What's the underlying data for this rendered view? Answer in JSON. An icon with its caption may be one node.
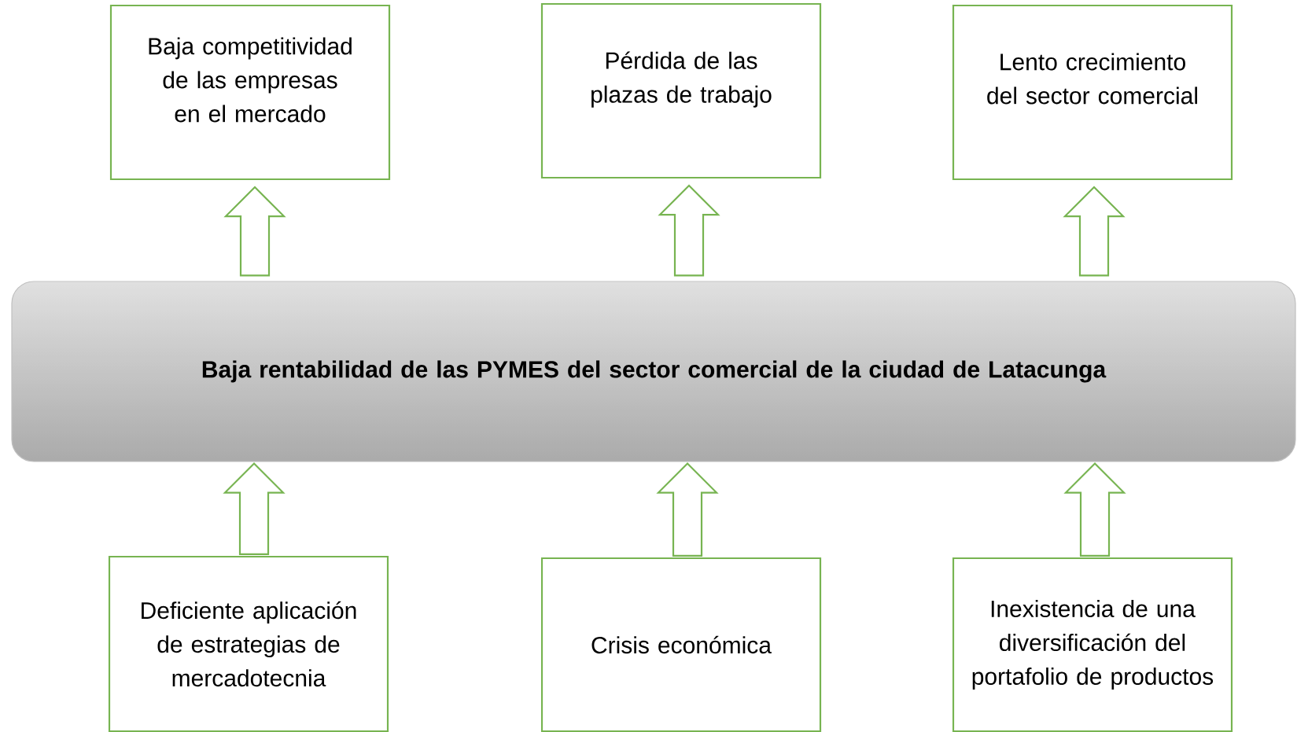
{
  "diagram": {
    "nodes": [
      {
        "text": [
          "Baja competitividad de las empresas en el mercado"
        ]
      },
      {
        "text": [
          "Pérdida de las plazas de trabajo"
        ]
      },
      {
        "text": [
          "Lento crecimiento del sector comercial"
        ]
      },
      {
        "text": [
          "Baja rentabilidad de las PYMES del sector comercial de la ciudad de Latacunga"
        ]
      },
      {
        "text": [
          "Deficiente aplicación de estrategias de mercadotecnia"
        ]
      },
      {
        "text": [
          "Crisis económica"
        ]
      },
      {
        "text": [
          "Inexistencia de una diversificación del portafolio de productos"
        ]
      }
    ],
    "edges": [
      {
        "from": 4,
        "to": 3,
        "arrow": "to"
      },
      {
        "from": 5,
        "to": 3,
        "arrow": "to"
      },
      {
        "from": 6,
        "to": 3,
        "arrow": "to"
      },
      {
        "from": 3,
        "to": 0,
        "arrow": "to"
      },
      {
        "from": 3,
        "to": 1,
        "arrow": "to"
      },
      {
        "from": 3,
        "to": 2,
        "arrow": "to"
      }
    ]
  }
}
